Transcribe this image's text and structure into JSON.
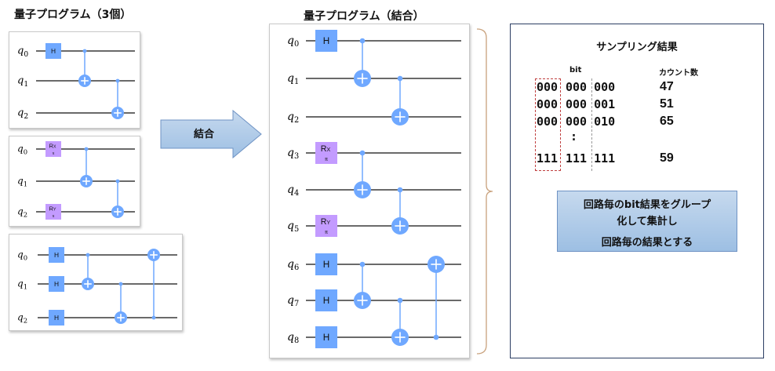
{
  "left_title": "量子プログラム（3個）",
  "center_title": "量子プログラム（結合）",
  "arrow_label": "結合",
  "result": {
    "title": "サンプリング結果",
    "header_bit": "bit",
    "header_count": "カウント数",
    "rows": [
      {
        "group": "000",
        "bits": "000 000",
        "count": "47"
      },
      {
        "group": "000",
        "bits": "000 001",
        "count": "51"
      },
      {
        "group": "000",
        "bits": "000 010",
        "count": "65"
      },
      {
        "group": "",
        "bits": ":",
        "count": ""
      },
      {
        "group": "111",
        "bits": "111 111",
        "count": "59"
      }
    ],
    "callout_line1": "回路毎のbit結果をグループ",
    "callout_line2": "化して集計し",
    "callout_line3": "回路毎の結果とする"
  },
  "circuits": {
    "program1": {
      "qubits": [
        "q0",
        "q1",
        "q2"
      ]
    },
    "program2": {
      "qubits": [
        "q0",
        "q1",
        "q2"
      ],
      "gates": [
        "RX π",
        "RY π"
      ]
    },
    "program3": {
      "qubits": [
        "q0",
        "q1",
        "q2"
      ]
    },
    "combined": {
      "qubits": [
        "q0",
        "q1",
        "q2",
        "q3",
        "q4",
        "q5",
        "q6",
        "q7",
        "q8"
      ]
    }
  },
  "gate_labels": {
    "h": "H",
    "rx": "R",
    "rx_sub": "X",
    "ry": "R",
    "ry_sub": "Y",
    "pi": "π"
  },
  "colors": {
    "h_gate": "#6fa8ff",
    "r_gate": "#c39bff",
    "wire": "#111111",
    "control": "#6fa8ff",
    "callout": "#9dbfe3",
    "result_border": "#2c3e63"
  }
}
